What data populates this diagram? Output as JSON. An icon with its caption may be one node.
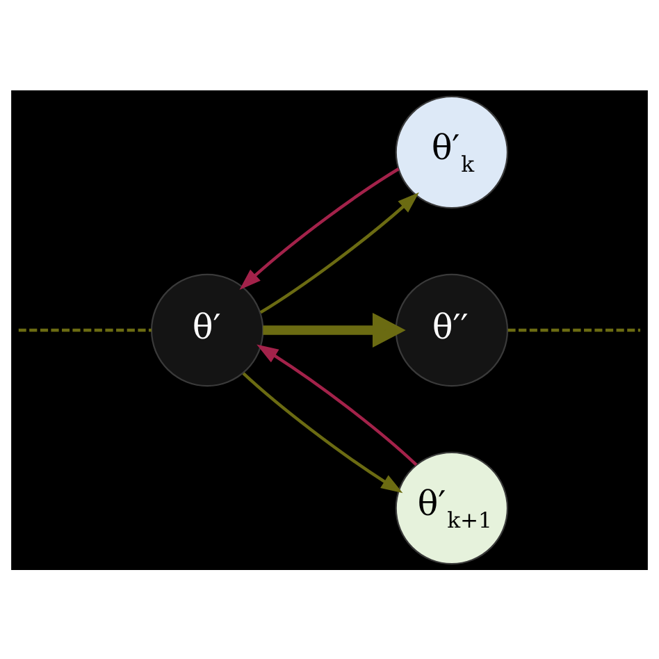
{
  "diagram": {
    "nodes": [
      {
        "text": [
          "θ′$_{k}$"
        ]
      },
      {
        "text": [
          "θ′"
        ]
      },
      {
        "text": [
          "θ′′"
        ]
      },
      {
        "text": [
          "θ′$_{k+1}$"
        ]
      }
    ],
    "edges": [
      {
        "from": null,
        "to": 1,
        "arrow": "none",
        "style": "dashed"
      },
      {
        "from": 1,
        "to": 0,
        "arrow": "to"
      },
      {
        "from": 0,
        "to": 1,
        "arrow": "to",
        "color": "#a3224a"
      },
      {
        "from": 1,
        "to": 2,
        "arrow": "to",
        "style": "thick"
      },
      {
        "from": 1,
        "to": 3,
        "arrow": "to"
      },
      {
        "from": 3,
        "to": 1,
        "arrow": "to",
        "color": "#a3224a"
      },
      {
        "from": 2,
        "to": null,
        "arrow": "none",
        "style": "dashed"
      }
    ]
  }
}
